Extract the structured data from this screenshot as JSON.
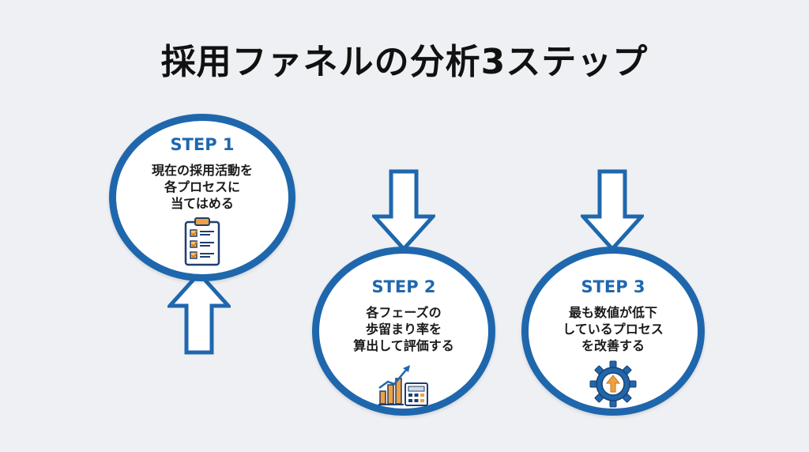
{
  "title": "採用ファネルの分析3ステップ",
  "colors": {
    "background": "#eef0f3",
    "accent": "#1f67ad",
    "icon_orange": "#f0a040",
    "icon_navy": "#1e3f6e"
  },
  "steps": [
    {
      "label": "STEP 1",
      "lines": [
        "現在の採用活動を",
        "各プロセスに",
        "当てはめる"
      ],
      "icon": "checklist-clipboard-icon"
    },
    {
      "label": "STEP 2",
      "lines": [
        "各フェーズの",
        "歩留まり率を",
        "算出して評価する"
      ],
      "icon": "growth-chart-calculator-icon"
    },
    {
      "label": "STEP 3",
      "lines": [
        "最も数値が低下",
        "しているプロセス",
        "を改善する"
      ],
      "icon": "gear-up-arrow-icon"
    }
  ],
  "arrows": [
    {
      "direction": "up",
      "icon": "arrow-up-icon"
    },
    {
      "direction": "down",
      "icon": "arrow-down-icon"
    },
    {
      "direction": "down",
      "icon": "arrow-down-icon"
    }
  ]
}
